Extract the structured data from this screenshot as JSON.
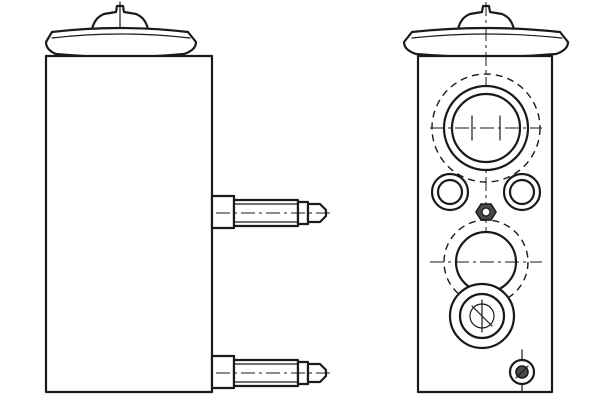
{
  "figure": {
    "subject": "refrigerant-expansion-valve",
    "views": [
      "side-view",
      "front-view"
    ],
    "colors": {
      "background": "#ffffff",
      "line": "#1a1a1a",
      "dark_fill": "#4a4a4a"
    }
  }
}
